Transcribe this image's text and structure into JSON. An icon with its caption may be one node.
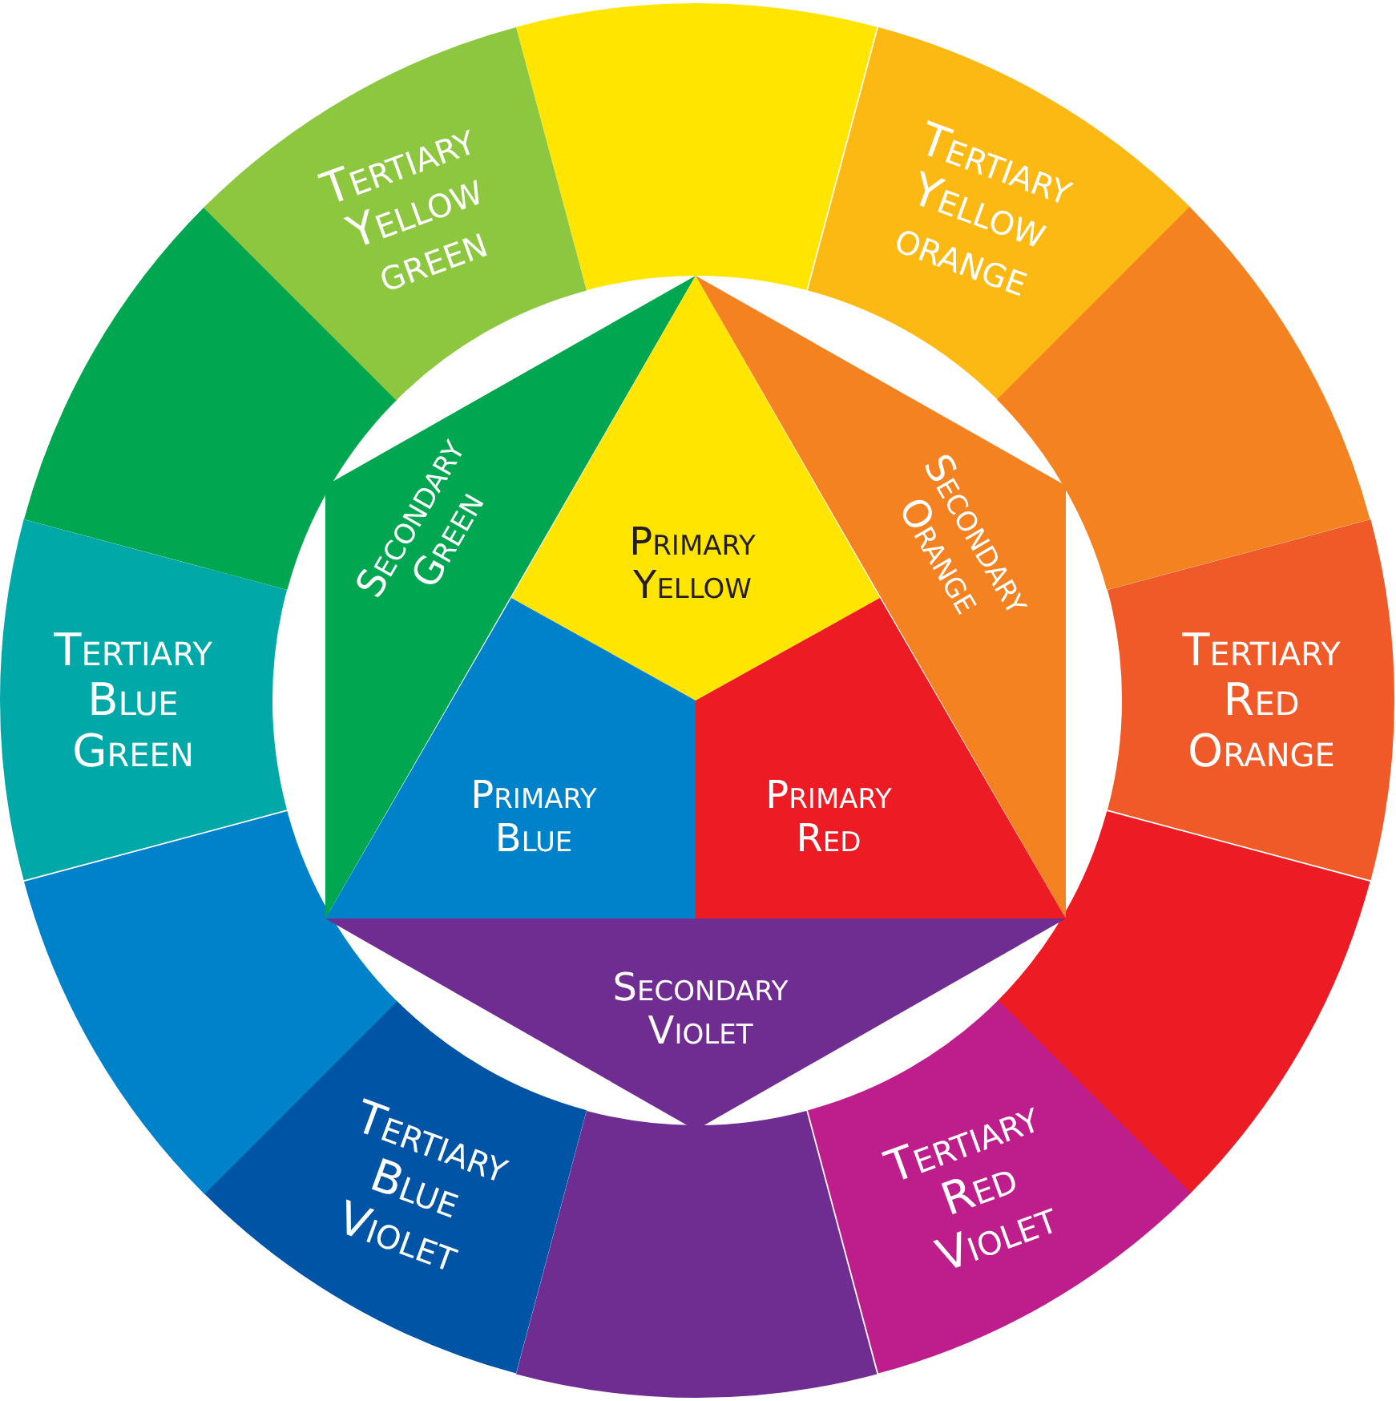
{
  "diagram": {
    "nodes": [
      {
        "text": [],
        "shape": "box"
      },
      {
        "text": [
          "Tertiary Yellow orange"
        ]
      },
      {
        "text": [],
        "shape": "box"
      },
      {
        "text": [
          "Tertiary Red Orange"
        ]
      },
      {
        "text": [],
        "shape": "box"
      },
      {
        "text": [
          "Tertiary Red Violet"
        ]
      },
      {
        "text": [],
        "shape": "box"
      },
      {
        "text": [
          "Tertiary Blue Violet"
        ]
      },
      {
        "text": [],
        "shape": "box"
      },
      {
        "text": [
          "Tertiary Blue Green"
        ]
      },
      {
        "text": [],
        "shape": "box"
      },
      {
        "text": [
          "Tertiary Yellow green"
        ]
      },
      {
        "text": [
          "Secondary Green"
        ]
      },
      {
        "text": [
          "Primary Yellow"
        ]
      },
      {
        "text": [
          "Secondary Orange"
        ]
      },
      {
        "text": [
          "Primary Blue"
        ]
      },
      {
        "text": [
          "Primary Red"
        ]
      },
      {
        "text": [
          "Secondary Violet"
        ]
      }
    ]
  }
}
